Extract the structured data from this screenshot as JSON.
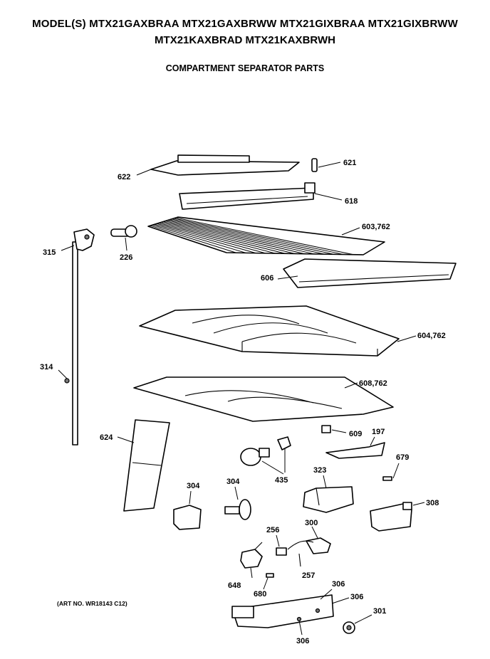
{
  "header": {
    "models_line1": "MODEL(S) MTX21GAXBRAA  MTX21GAXBRWW  MTX21GIXBRAA  MTX21GIXBRWW",
    "models_line2": "MTX21KAXBRAD  MTX21KAXBRWH",
    "subtitle": "COMPARTMENT SEPARATOR PARTS"
  },
  "parts": {
    "p621": "621",
    "p622": "622",
    "p618": "618",
    "p603": "603,762",
    "p315": "315",
    "p226": "226",
    "p606": "606",
    "p604": "604,762",
    "p314": "314",
    "p608": "608,762",
    "p624": "624",
    "p609": "609",
    "p197": "197",
    "p679": "679",
    "p323": "323",
    "p435": "435",
    "p304a": "304",
    "p304b": "304",
    "p308": "308",
    "p256": "256",
    "p300": "300",
    "p257": "257",
    "p648": "648",
    "p680": "680",
    "p306a": "306",
    "p306b": "306",
    "p306c": "306",
    "p301": "301"
  },
  "footer": {
    "art_no": "(ART NO. WR18143 C12)"
  }
}
